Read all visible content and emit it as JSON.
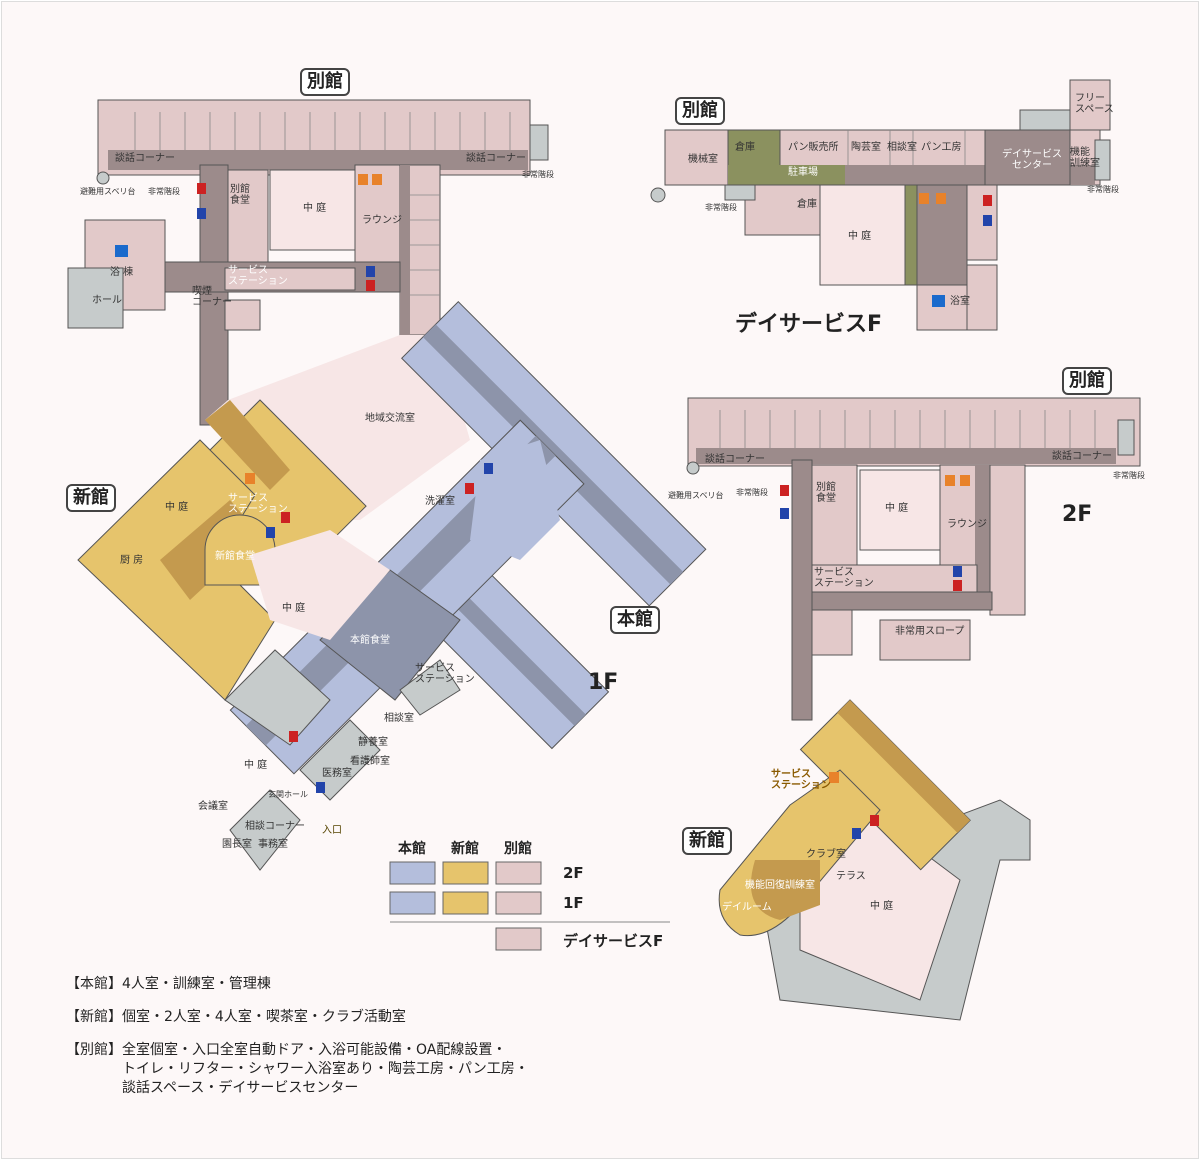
{
  "colors": {
    "honkan": "#b4bedc",
    "honkan_corridor": "#8d94aa",
    "shinkan": "#e6c46c",
    "shinkan_corridor": "#c49a4e",
    "bekkan": "#e2c9c9",
    "bekkan_corridor": "#9c8b8b",
    "parking": "#8b915f",
    "courtyard": "#f7e6e6",
    "grey": "#c6cbcb"
  },
  "tags": {
    "bekkan_1f": "別館",
    "shinkan_1f": "新館",
    "honkan_1f": "本館",
    "bekkan_ds": "別館",
    "bekkan_2f": "別館",
    "shinkan_2f": "新館"
  },
  "floors": {
    "f1": "1F",
    "f2": "2F",
    "ds": "デイサービスF"
  },
  "labels_1f": [
    "談話コーナー",
    "談話コーナー",
    "非常階段",
    "非常階段",
    "避難用スベリ台",
    "別館\n食堂",
    "中 庭",
    "ラウンジ",
    "浴 棟",
    "ホール",
    "サービス\nステーション",
    "喫煙\nコーナー",
    "地域交流室",
    "洗濯室",
    "中 庭",
    "サービス\nステーション",
    "厨 房",
    "新館食堂",
    "中 庭",
    "本館食堂",
    "サービス\nステーション",
    "相談室",
    "静養室",
    "看護師室",
    "医務室",
    "中 庭",
    "玄関ホール",
    "会議室",
    "相談コーナー",
    "園長室",
    "事務室",
    "入口"
  ],
  "labels_ds": [
    "機械室",
    "倉庫",
    "パン販売所",
    "陶芸室",
    "相談室",
    "パン工房",
    "デイサービス\nセンター",
    "機能\n訓練室",
    "フリー\nスペース",
    "駐車場",
    "非常階段",
    "非常階段",
    "倉庫",
    "中 庭",
    "浴室"
  ],
  "labels_2f": [
    "談話コーナー",
    "談話コーナー",
    "非常階段",
    "非常階段",
    "避難用スベリ台",
    "別館\n食堂",
    "中 庭",
    "ラウンジ",
    "サービス\nステーション",
    "非常用スロープ",
    "サービス\nステーション",
    "クラブ室",
    "テラス",
    "機能回復訓練室",
    "デイルーム",
    "中 庭"
  ],
  "legend": {
    "headers": [
      "本館",
      "新館",
      "別館"
    ],
    "rows": [
      "2F",
      "1F",
      "デイサービスF"
    ]
  },
  "notes": [
    {
      "key": "【本館】",
      "lines": [
        "4人室・訓練室・管理棟"
      ]
    },
    {
      "key": "【新館】",
      "lines": [
        "個室・2人室・4人室・喫茶室・クラブ活動室"
      ]
    },
    {
      "key": "【別館】",
      "lines": [
        "全室個室・入口全室自動ドア・入浴可能設備・OA配線設置・",
        "トイレ・リフター・シャワー入浴室あり・陶芸工房・パン工房・",
        "談話スペース・デイサービスセンター"
      ]
    }
  ]
}
